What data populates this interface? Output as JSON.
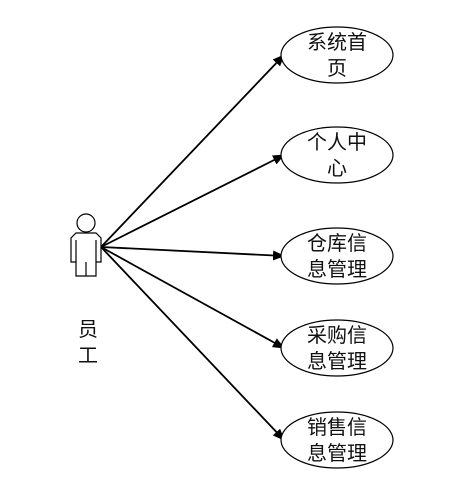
{
  "actor": {
    "label_line1": "员",
    "label_line2": "工"
  },
  "use_cases": [
    {
      "line1": "系统首",
      "line2": "页"
    },
    {
      "line1": "个人中",
      "line2": "心"
    },
    {
      "line1": "仓库信",
      "line2": "息管理"
    },
    {
      "line1": "采购信",
      "line2": "息管理"
    },
    {
      "line1": "销售信",
      "line2": "息管理"
    }
  ],
  "colors": {
    "stroke": "#000000",
    "text": "#111111",
    "background": "#ffffff"
  }
}
